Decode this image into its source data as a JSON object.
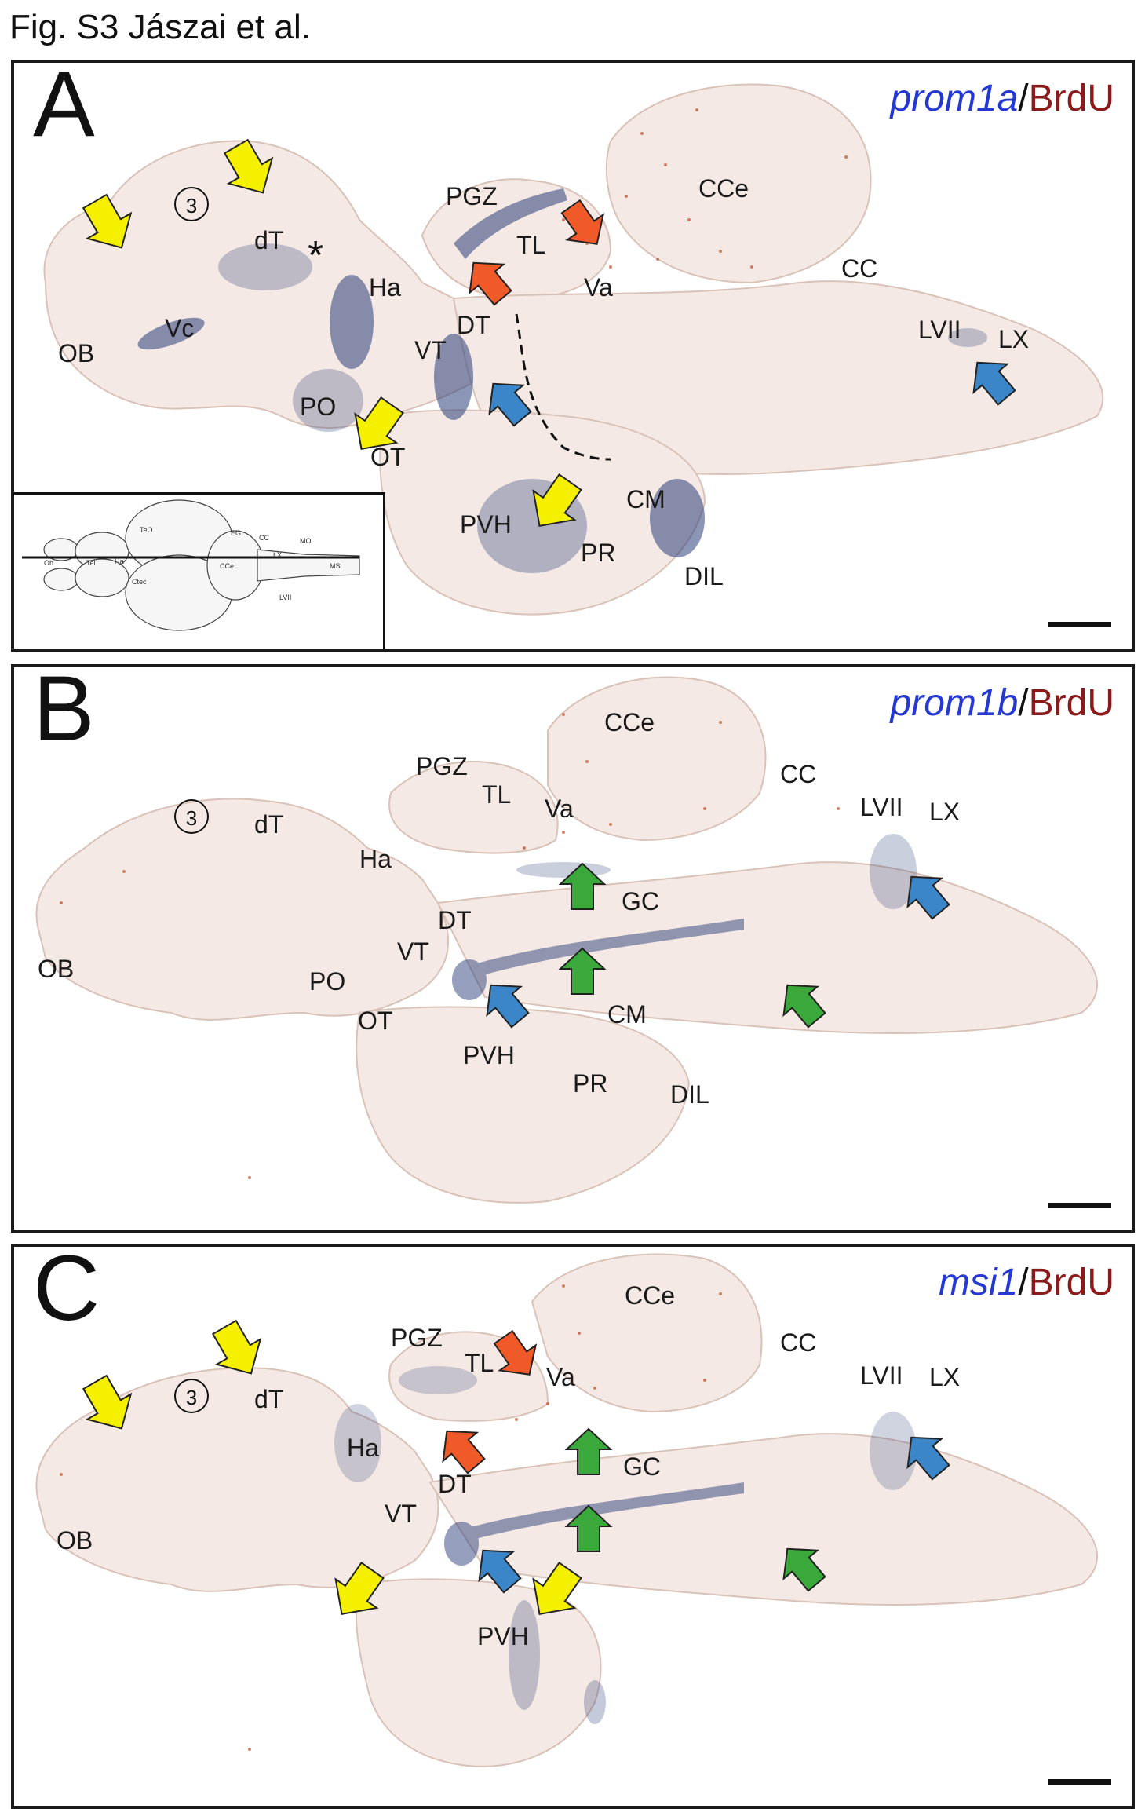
{
  "figure": {
    "title": "Fig. S3 Jászai et al."
  },
  "panels": {
    "a": {
      "letter": "A",
      "gene": "prom1a",
      "slash": "/",
      "brdu": "BrdU",
      "labels": {
        "OB": "OB",
        "Vc": "Vc",
        "dT": "dT",
        "Ha": "Ha",
        "PGZ": "PGZ",
        "TL": "TL",
        "Va": "Va",
        "CCe": "CCe",
        "CC": "CC",
        "LVII": "LVII",
        "LX": "LX",
        "DT": "DT",
        "VT": "VT",
        "PO": "PO",
        "OT": "OT",
        "PVH": "PVH",
        "CM": "CM",
        "PR": "PR",
        "DIL": "DIL"
      },
      "circle_number": "3",
      "asterisk": "*",
      "inset": {
        "labels": {
          "TeO": "TeO",
          "EG": "EG",
          "CC": "CC",
          "MO": "MO",
          "MS": "MS",
          "CCe": "CCe",
          "LX": "LX",
          "LVII": "LVII",
          "Ctec": "Ctec",
          "Ha": "Ha",
          "Ob": "Ob",
          "Tel": "Tel"
        }
      }
    },
    "b": {
      "letter": "B",
      "gene": "prom1b",
      "slash": "/",
      "brdu": "BrdU",
      "labels": {
        "CCe": "CCe",
        "PGZ": "PGZ",
        "TL": "TL",
        "Va": "Va",
        "CC": "CC",
        "LVII": "LVII",
        "LX": "LX",
        "dT": "dT",
        "Ha": "Ha",
        "DT": "DT",
        "VT": "VT",
        "GC": "GC",
        "OB": "OB",
        "PO": "PO",
        "OT": "OT",
        "PVH": "PVH",
        "CM": "CM",
        "PR": "PR",
        "DIL": "DIL"
      },
      "circle_number": "3"
    },
    "c": {
      "letter": "C",
      "gene": "msi1",
      "slash": "/",
      "brdu": "BrdU",
      "labels": {
        "CCe": "CCe",
        "PGZ": "PGZ",
        "TL": "TL",
        "Va": "Va",
        "CC": "CC",
        "LVII": "LVII",
        "LX": "LX",
        "dT": "dT",
        "Ha": "Ha",
        "DT": "DT",
        "VT": "VT",
        "GC": "GC",
        "OB": "OB",
        "PVH": "PVH"
      },
      "circle_number": "3"
    }
  },
  "colors": {
    "yellow_arrow": "#f5f000",
    "red_arrow": "#f05a28",
    "blue_arrow": "#3a86c8",
    "green_arrow": "#3aa83a",
    "tissue": "#f3e6e0",
    "stain_blue": "#2c3f7a",
    "brdu_dots": "#c0502a"
  }
}
